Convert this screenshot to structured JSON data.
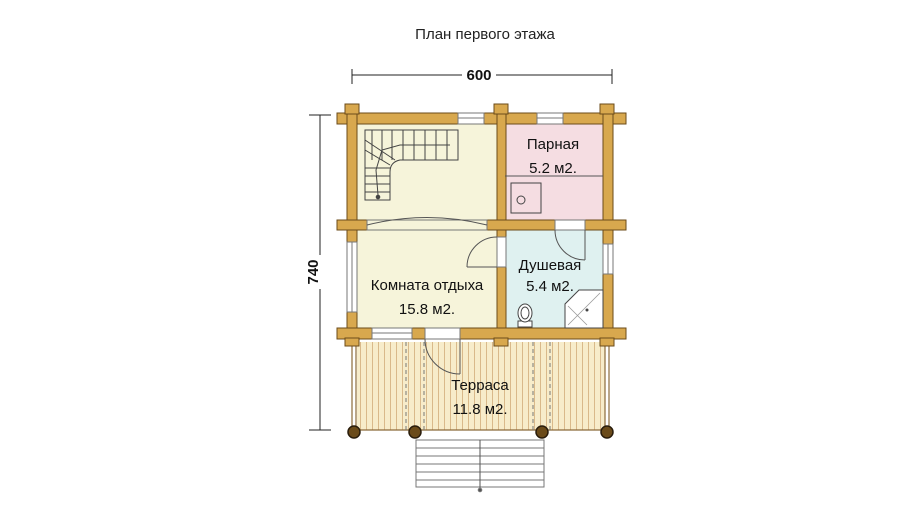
{
  "title": "План первого этажа",
  "dimensions": {
    "width": "600",
    "height": "740"
  },
  "rooms": {
    "steam": {
      "name": "Парная",
      "area": "5.2 м2."
    },
    "shower": {
      "name": "Душевая",
      "area": "5.4 м2."
    },
    "lounge": {
      "name": "Комната отдыха",
      "area": "15.8 м2."
    },
    "terrace": {
      "name": "Терраса",
      "area": "11.8 м2."
    }
  },
  "colors": {
    "wood": "#d8a84e",
    "wood_stroke": "#6b4b1a",
    "hall_floor": "#f6f4da",
    "steam_floor": "#f5dde2",
    "shower_floor": "#dff1f0",
    "terrace_floor": "#f7ecca"
  }
}
